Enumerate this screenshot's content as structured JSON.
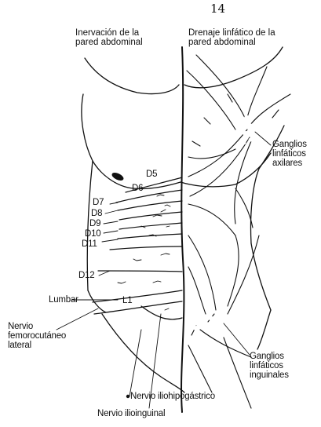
{
  "page_number": "14",
  "left_panel": {
    "title_line1": "Inervación de la",
    "title_line2": "pared abdominal",
    "nerve_labels": [
      "D5",
      "D6",
      "D7",
      "D8",
      "D9",
      "D10",
      "D11",
      "D12",
      "Lumbar",
      "L1"
    ],
    "nerves": {
      "femorocutaneo_line1": "Nervio",
      "femorocutaneo_line2": "femorocutáneo",
      "femorocutaneo_line3": "lateral",
      "iliohipogastrico": "Nervio iliohipogástrico",
      "ilioinguinal": "Nervio ilioinguinal"
    }
  },
  "right_panel": {
    "title_line1": "Drenaje linfático de la",
    "title_line2": "pared abdominal",
    "axillary_line1": "Ganglios",
    "axillary_line2": "linfáticos",
    "axillary_line3": "axilares",
    "inguinal_line1": "Ganglios",
    "inguinal_line2": "linfáticos",
    "inguinal_line3": "inguinales"
  },
  "colors": {
    "ink": "#111111",
    "background": "#ffffff"
  }
}
